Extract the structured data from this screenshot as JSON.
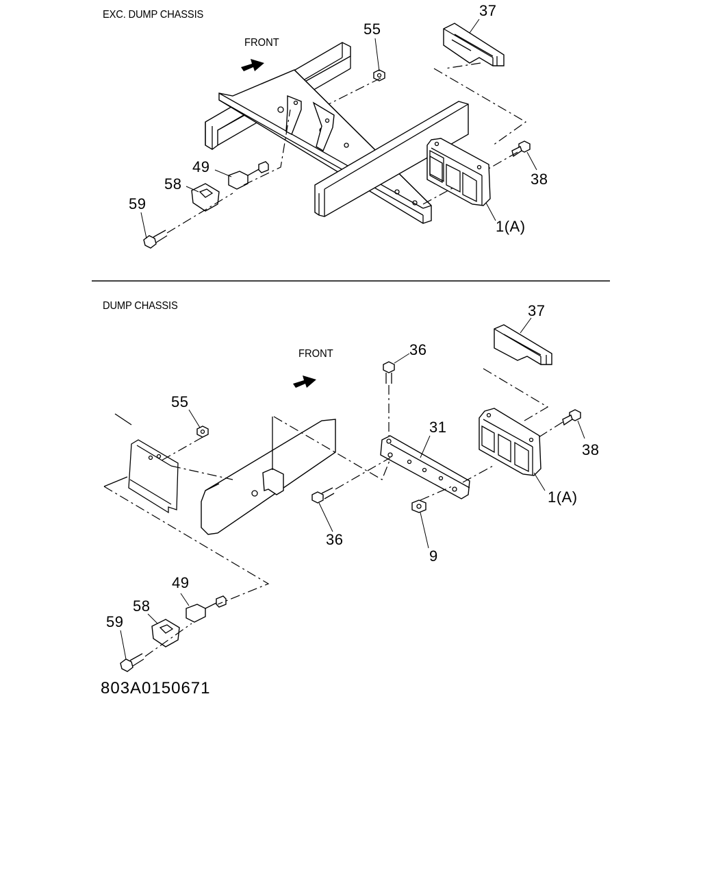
{
  "sections": {
    "top": {
      "title": "EXC. DUMP CHASSIS",
      "front_label": "FRONT",
      "callouts": {
        "c37": "37",
        "c55": "55",
        "c49": "49",
        "c58": "58",
        "c59": "59",
        "c38": "38",
        "c1a": "1(A)"
      }
    },
    "bottom": {
      "title": "DUMP CHASSIS",
      "front_label": "FRONT",
      "callouts": {
        "c37": "37",
        "c36a": "36",
        "c55": "55",
        "c31": "31",
        "c38": "38",
        "c1a": "1(A)",
        "c36b": "36",
        "c9": "9",
        "c49": "49",
        "c58": "58",
        "c59": "59"
      }
    }
  },
  "drawing_code": "803A0150671",
  "icons": {
    "front_arrow": "front-arrow-icon"
  }
}
